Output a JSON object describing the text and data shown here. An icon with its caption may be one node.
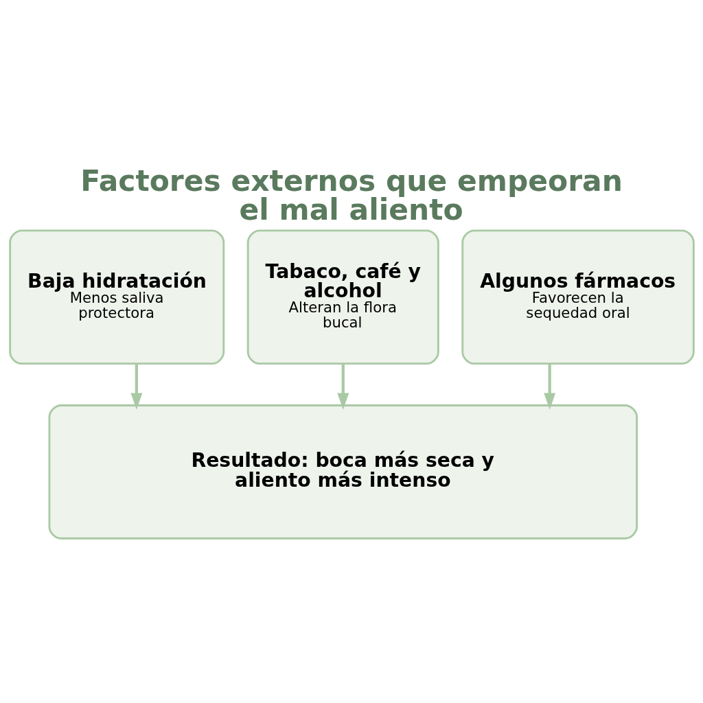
{
  "diagram": {
    "title": "Factores externos que empeoran el mal aliento",
    "nodes": [
      {
        "text": [
          "Baja hidratación",
          "Menos saliva protectora"
        ]
      },
      {
        "text": [
          "Tabaco, café y alcohol",
          "Alteran la flora bucal"
        ]
      },
      {
        "text": [
          "Algunos fármacos",
          "Favorecen la sequedad oral"
        ]
      },
      {
        "text": [
          "Resultado: boca más seca y aliento más intenso"
        ]
      }
    ],
    "edges": [
      {
        "from": 0,
        "to": 3,
        "arrow": "to"
      },
      {
        "from": 1,
        "to": 3,
        "arrow": "to"
      },
      {
        "from": 2,
        "to": 3,
        "arrow": "to"
      }
    ]
  }
}
